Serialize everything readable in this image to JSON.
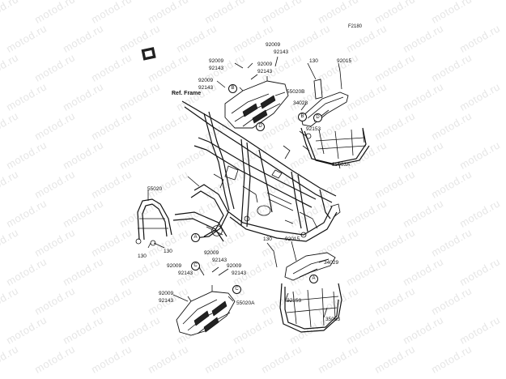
{
  "watermark_text": "motod.ru",
  "figure_code": "F2180",
  "ref_frame_label": "Ref. Frame",
  "labels": {
    "l_92009_top": "92009",
    "l_92143_top": "92143",
    "l_92009_a": "92009",
    "l_92143_a": "92143",
    "l_92009_b": "92009",
    "l_92143_b": "92143",
    "l_92009_c": "92009",
    "l_92143_c": "92143",
    "l_55020b": "55020B",
    "l_130_tr": "130",
    "l_92015_tr": "92015",
    "l_34028": "34028",
    "l_92153_tr": "92153",
    "l_35063a": "35063A",
    "l_55020": "55020",
    "l_130_l1": "130",
    "l_130_l2": "130",
    "l_130_br": "130",
    "l_92015_br": "92015",
    "l_34029": "34029",
    "l_92009_d": "92009",
    "l_92143_d": "92143",
    "l_92009_e": "92009",
    "l_92143_e": "92143",
    "l_92009_f": "92009",
    "l_92143_f": "92143",
    "l_92153_br": "92153",
    "l_55020a": "55020A",
    "l_35063": "35063"
  },
  "callouts": {
    "a1": "A",
    "a2": "A",
    "b1": "B",
    "b2": "B",
    "c1": "C",
    "c2": "C",
    "d1": "D",
    "d2": "D"
  }
}
